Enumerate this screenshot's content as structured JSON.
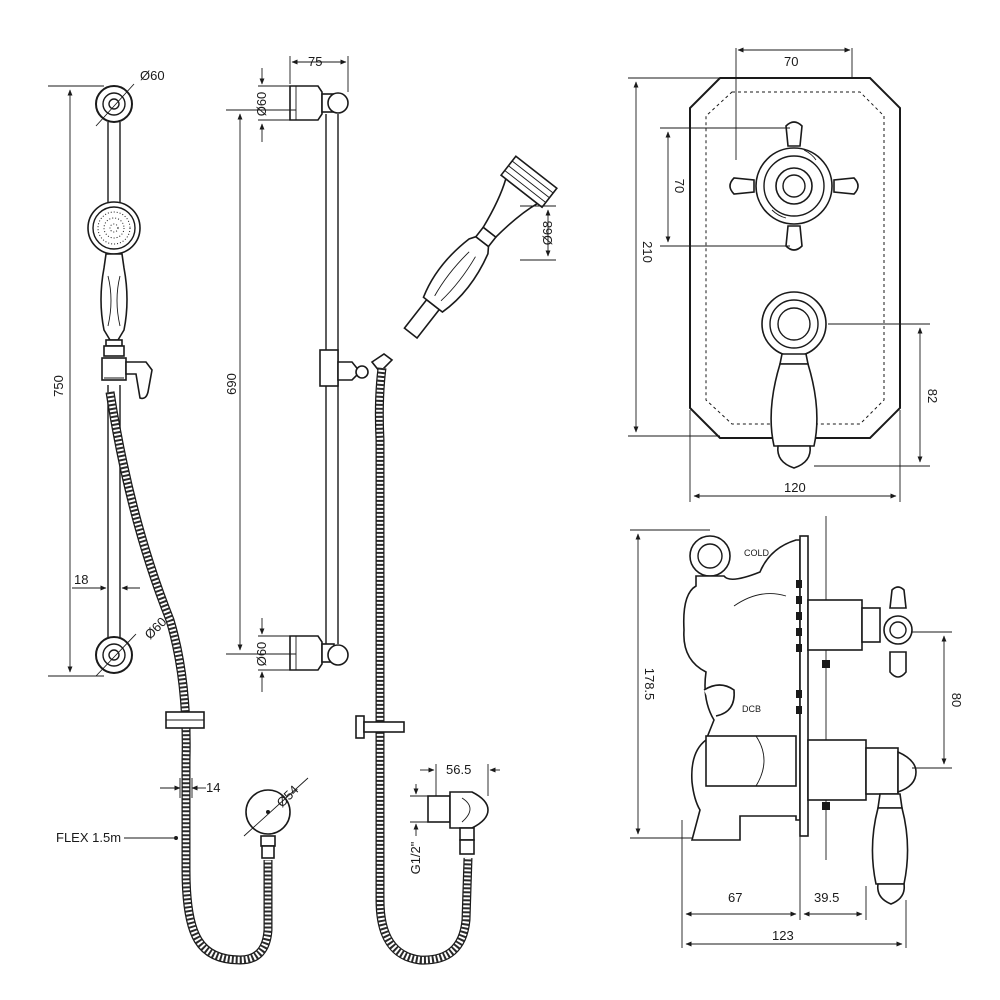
{
  "dimensions": {
    "d60_top_left": "Ø60",
    "d60_bottom_left": "Ø60",
    "d60_top_mid": "Ø60",
    "d60_bottom_mid": "Ø60",
    "d68": "Ø68",
    "d54": "Ø54",
    "w75": "75",
    "h750": "750",
    "h690": "690",
    "w18": "18",
    "w14": "14",
    "flex": "FLEX 1.5m",
    "w56_5": "56.5",
    "g12": "G1/2\"",
    "w70_top": "70",
    "h70": "70",
    "h210": "210",
    "h82": "82",
    "w120": "120",
    "h178_5": "178.5",
    "h80": "80",
    "w67": "67",
    "w39_5": "39.5",
    "w123": "123"
  },
  "labels": {
    "cold": "COLD",
    "dcb": "DCB"
  },
  "colors": {
    "line": "#1a1a1a",
    "background": "#ffffff"
  }
}
